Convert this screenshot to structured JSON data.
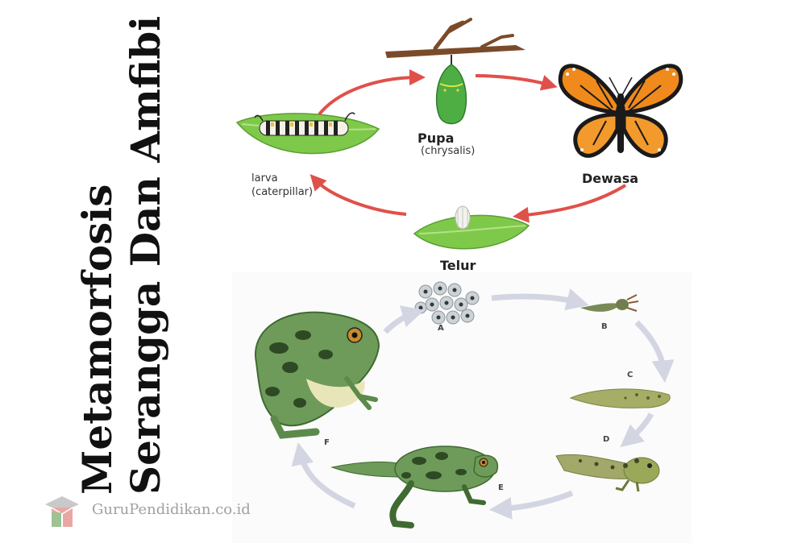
{
  "title": {
    "line1": "Metamorfosis",
    "line2": "Serangga Dan Amfibi"
  },
  "insect_cycle": {
    "pupa_label": "Pupa",
    "pupa_sub": "(chrysalis)",
    "adult_label": "Dewasa",
    "egg_label": "Telur",
    "larva_label": "larva",
    "larva_sub": "(caterpillar)"
  },
  "frog_cycle": {
    "stage_a": "A",
    "stage_b": "B",
    "stage_c": "C",
    "stage_d": "D",
    "stage_e": "E",
    "stage_f": "F"
  },
  "watermark": {
    "text": "GuruPendidikan.co.id",
    "icon": "graduation-cap-book-icon"
  },
  "colors": {
    "arrow_red": "#e0504a",
    "arrow_grey": "#d3d6e2",
    "leaf_green": "#7fc94a",
    "frog_green": "#5f8f4d",
    "butterfly_orange": "#f08a1c"
  }
}
